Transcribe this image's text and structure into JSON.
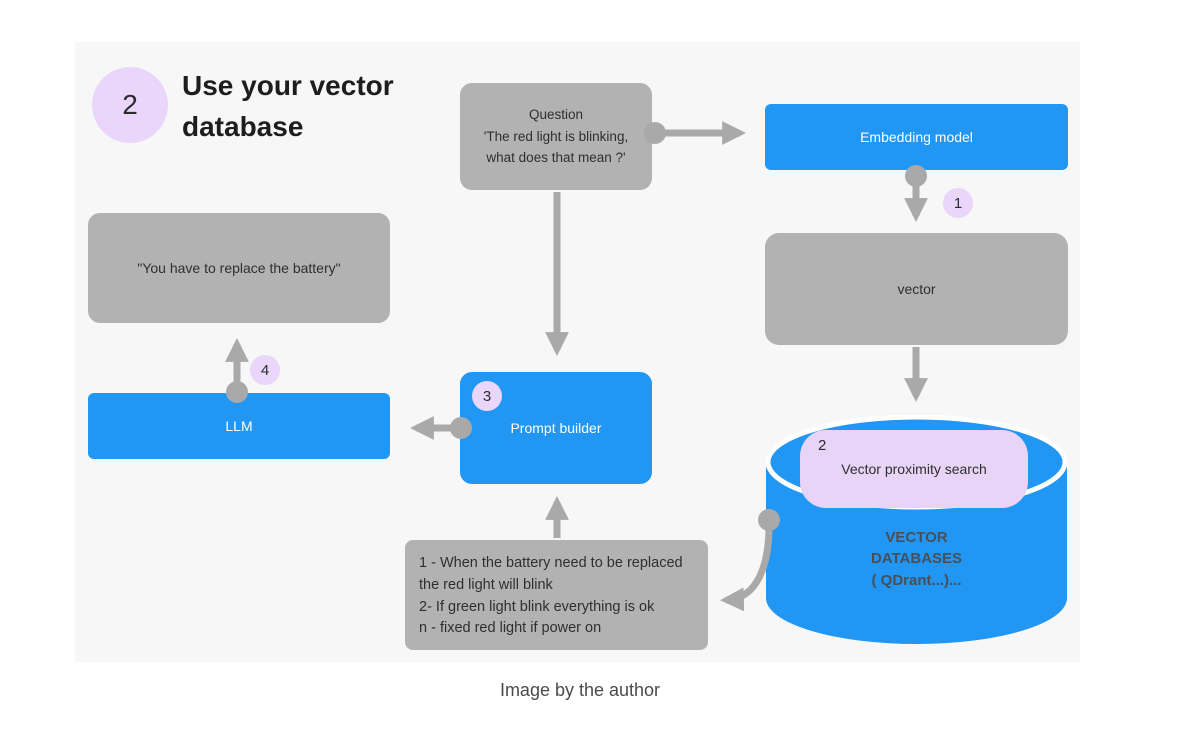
{
  "header": {
    "step_number": "2",
    "title": "Use your vector database"
  },
  "caption": "Image by the author",
  "nodes": {
    "question": {
      "lines": [
        "Question",
        "'The red light is blinking,",
        "what does that mean ?'"
      ]
    },
    "embedding_model": {
      "label": "Embedding model"
    },
    "badge_embedding_to_vector": "1",
    "vector": {
      "label": "vector"
    },
    "vector_db": {
      "lines": [
        "VECTOR",
        "DATABASES",
        "( QDrant...)..."
      ]
    },
    "proximity_search": {
      "badge": "2",
      "label": "Vector proximity search"
    },
    "answer": {
      "label": "\"You have to replace the battery\""
    },
    "llm": {
      "label": "LLM"
    },
    "badge_llm_to_answer": "4",
    "prompt_builder": {
      "badge": "3",
      "label": "Prompt builder"
    },
    "knowledge": {
      "lines": [
        "1 - When the battery need to be replaced",
        "the red light will blink",
        "2- If green light blink everything is ok",
        "n - fixed red light if power on"
      ]
    }
  },
  "colors": {
    "node_blue": "#2196f3",
    "node_gray": "#b2b2b2",
    "badge_lavender": "#e9d6fa",
    "proximity_lavender": "#e8d4f7",
    "arrow_gray": "#a9a9a9",
    "canvas_background": "#f7f7f7",
    "page_background": "#ffffff",
    "db_text": "#4a4f57"
  }
}
